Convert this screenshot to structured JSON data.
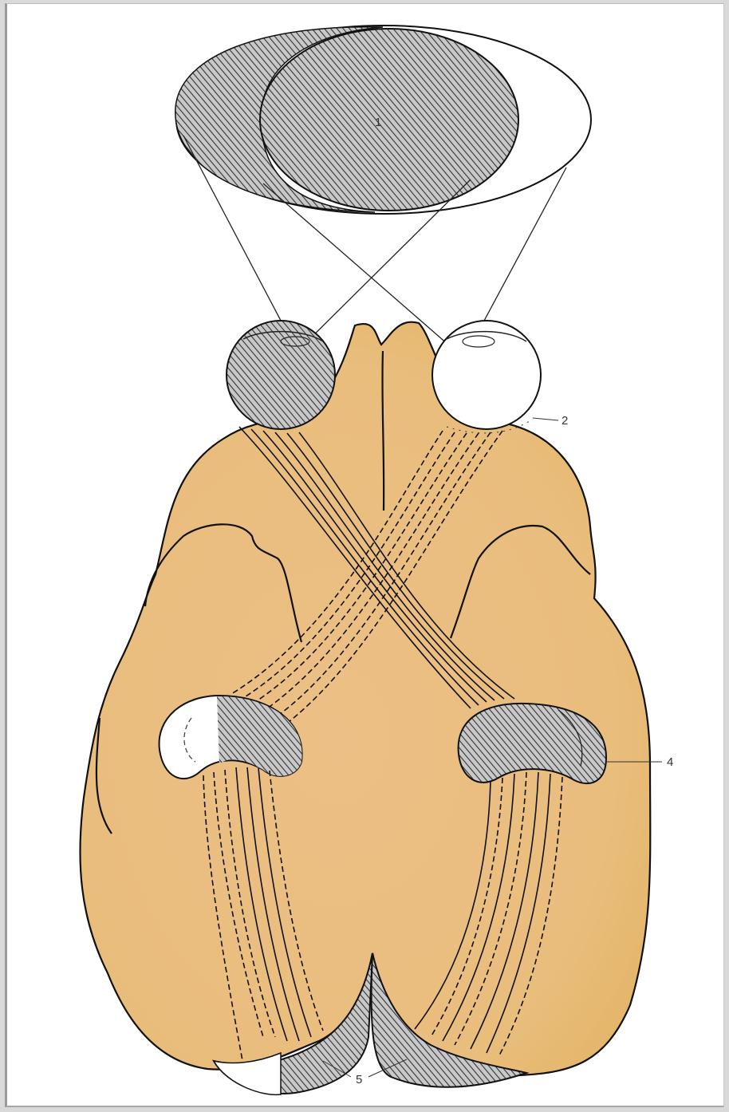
{
  "labels": {
    "field": "1",
    "retina": "2",
    "geniculate": "4",
    "cortex": "5"
  },
  "colors": {
    "brain_fill": "#e8bb78",
    "hatch_fill": "#a9a9a9",
    "outline": "#111111"
  }
}
